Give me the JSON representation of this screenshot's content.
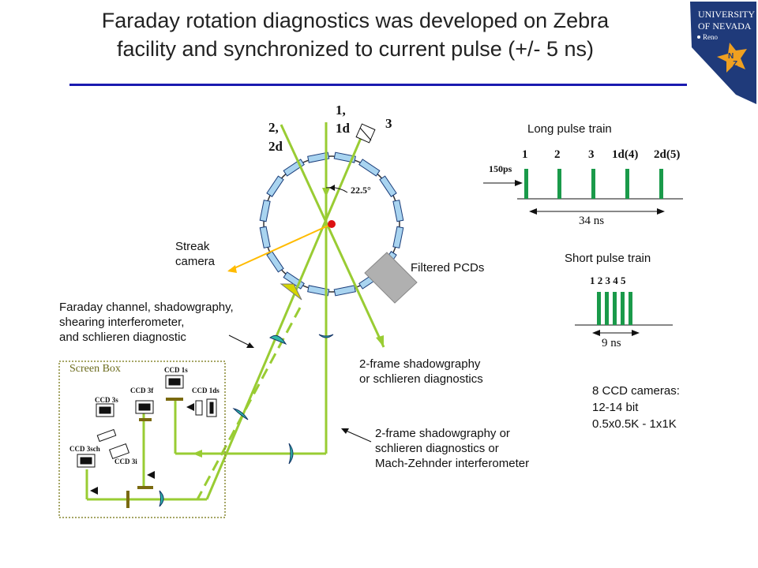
{
  "title": {
    "line1": "Faraday rotation diagnostics was developed on Zebra",
    "line2": "facility and synchronized to current pulse (+/- 5 ns)"
  },
  "logo": {
    "university": "UNIVERSITY",
    "of_nevada": "OF NEVADA",
    "reno": "Reno"
  },
  "beams": {
    "b1": "1,",
    "b1d": "1d",
    "b2": "2,",
    "b2d": "2d",
    "b3": "3"
  },
  "angle": "22.5°",
  "labels": {
    "streak1": "Streak",
    "streak2": "camera",
    "filtered": "Filtered PCDs",
    "faraday1": "Faraday channel, shadowgraphy,",
    "faraday2": "shearing interferometer,",
    "faraday3": "and schlieren diagnostic",
    "twoframe1a": "2-frame shadowgraphy",
    "twoframe1b": "or  schlieren diagnostics",
    "twoframe2a": "2-frame shadowgraphy or",
    "twoframe2b": "schlieren diagnostics or",
    "twoframe2c": "Mach-Zehnder interferometer"
  },
  "screen_box": {
    "title": "Screen Box",
    "ccd_1s": "CCD 1s",
    "ccd_3f": "CCD 3f",
    "ccd_1ds": "CCD 1ds",
    "ccd_3s": "CCD 3s",
    "ccd_3sch": "CCD 3sch",
    "ccd_3i": "CCD 3i"
  },
  "long_pulse": {
    "title": "Long pulse train",
    "pulses": [
      "1",
      "2",
      "3",
      "1d(4)",
      "2d(5)"
    ],
    "width_label": "150ps",
    "span_label": "34 ns"
  },
  "short_pulse": {
    "title": "Short pulse train",
    "pulses": "1 2 3 4 5",
    "span_label": "9 ns"
  },
  "ccd_info": {
    "line1": "8 CCD cameras:",
    "line2": "12-14 bit",
    "line3": "0.5x0.5K  - 1x1K"
  },
  "colors": {
    "beam": "#99cc33",
    "pulse": "#1a9a4a",
    "streak": "#ffbb00",
    "rule": "#1a1ab0",
    "mirror": "#2fb8a8"
  }
}
